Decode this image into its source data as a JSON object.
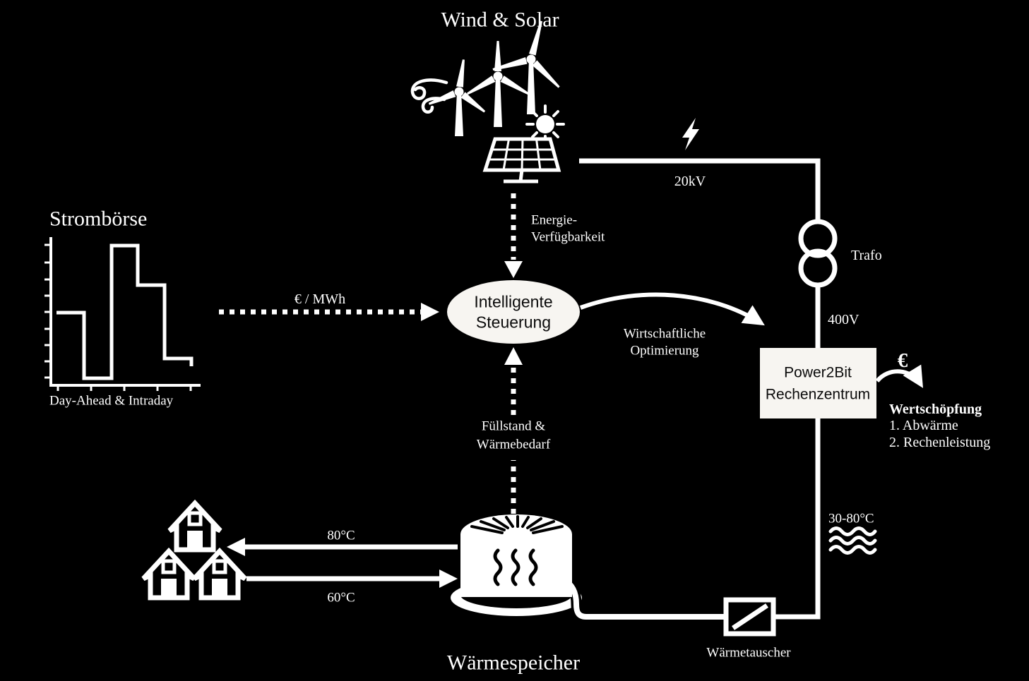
{
  "colors": {
    "background": "#000000",
    "foreground": "#ffffff",
    "node_fill": "#f7f5f1",
    "node_text": "#0b0b0b"
  },
  "titles": {
    "wind_solar": "Wind & Solar",
    "stromboerse": "Strombörse",
    "waermespeicher": "Wärmespeicher"
  },
  "nodes": {
    "steuerung": {
      "line1": "Intelligente",
      "line2": "Steuerung"
    },
    "rechenzentrum": {
      "line1": "Power2Bit",
      "line2": "Rechenzentrum"
    }
  },
  "labels": {
    "kv20": "20kV",
    "trafo": "Trafo",
    "v400": "400V",
    "energie_line1": "Energie-",
    "energie_line2": "Verfügbarkeit",
    "eur_mwh": "€ / MWh",
    "day_ahead": "Day-Ahead & Intraday",
    "wirtschaft_line1": "Wirtschaftliche",
    "wirtschaft_line2": "Optimierung",
    "fuellstand_line1": "Füllstand &",
    "fuellstand_line2": "Wärmebedarf",
    "temp_supply": "80°C",
    "temp_return": "60°C",
    "temp_range": "30-80°C",
    "waermetauscher": "Wärmetauscher",
    "euro": "€"
  },
  "wertschoepfung": {
    "title": "Wertschöpfung",
    "items": [
      "1. Abwärme",
      "2. Rechenleistung"
    ]
  },
  "chart_data": {
    "type": "line",
    "subtype": "step",
    "title": "Strombörse",
    "xlabel": "Day-Ahead & Intraday",
    "ylabel": "",
    "x": [
      0,
      1,
      2,
      3,
      4,
      5
    ],
    "values": [
      5.0,
      0.3,
      9.9,
      7.0,
      1.7,
      1.2
    ],
    "ylim": [
      0,
      10
    ],
    "grid": false,
    "legend": "none",
    "points_string": "80,443 119,443 119,536 158,536 158,348 195,348 195,404 233,404 233,508 271,508 271,519"
  }
}
